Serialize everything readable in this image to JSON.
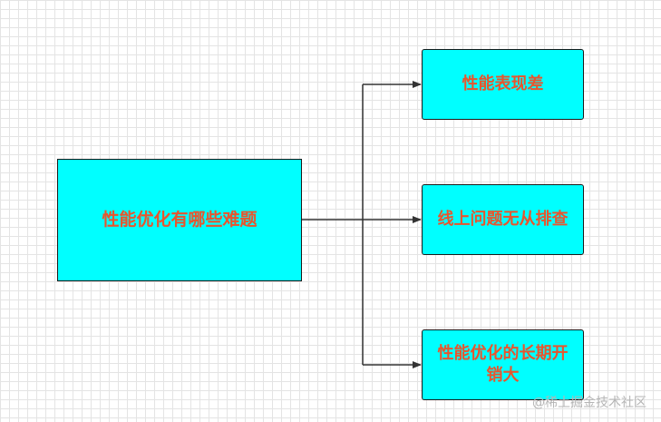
{
  "diagram": {
    "root": {
      "label": "性能优化有哪些难题"
    },
    "children": [
      {
        "label": "性能表现差"
      },
      {
        "label": "线上问题无从排查"
      },
      {
        "label": "性能优化的长期开销大"
      }
    ],
    "colors": {
      "node_fill": "#00ffff",
      "node_text": "#e8552d",
      "node_border": "#1a1a1a",
      "connector": "#333333"
    }
  },
  "watermark": {
    "text": "@稀土掘金技术社区"
  }
}
